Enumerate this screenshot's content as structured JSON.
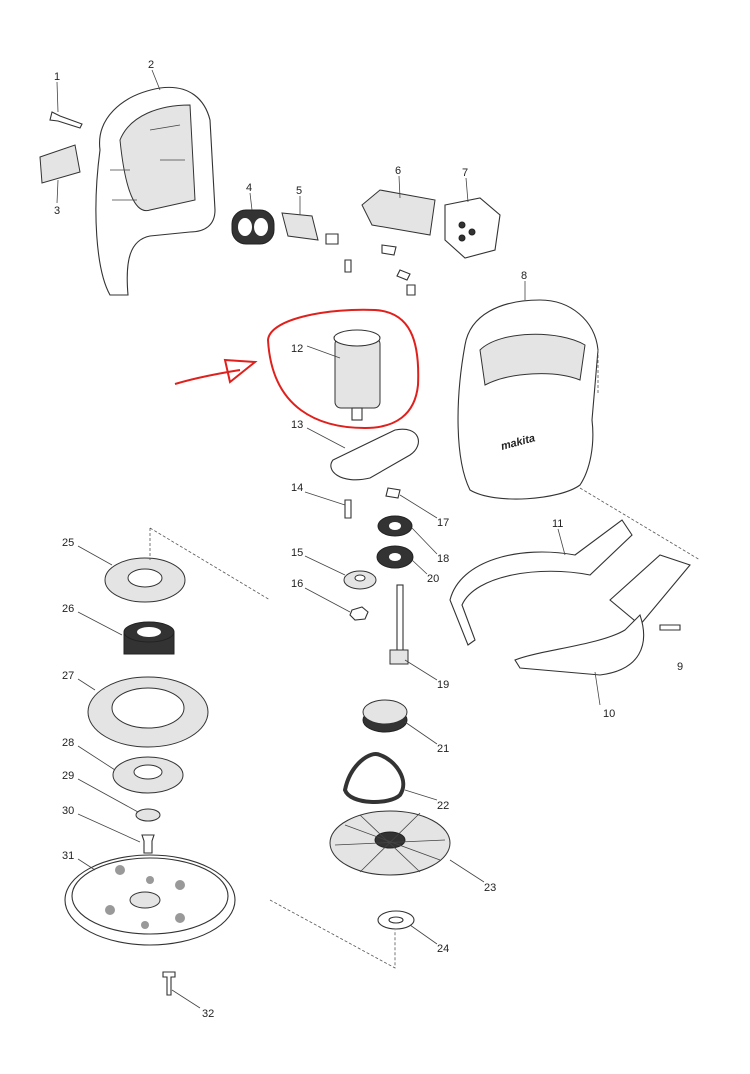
{
  "diagram": {
    "type": "exploded-parts-diagram",
    "highlight_color": "#e0201c",
    "highlighted_part": "12",
    "brand_mark": "makita",
    "part_numbers": [
      "1",
      "2",
      "3",
      "4",
      "5",
      "6",
      "7",
      "8",
      "9",
      "10",
      "11",
      "12",
      "13",
      "14",
      "15",
      "16",
      "17",
      "18",
      "19",
      "20",
      "21",
      "22",
      "23",
      "24",
      "25",
      "26",
      "27",
      "28",
      "29",
      "30",
      "31",
      "32"
    ]
  }
}
